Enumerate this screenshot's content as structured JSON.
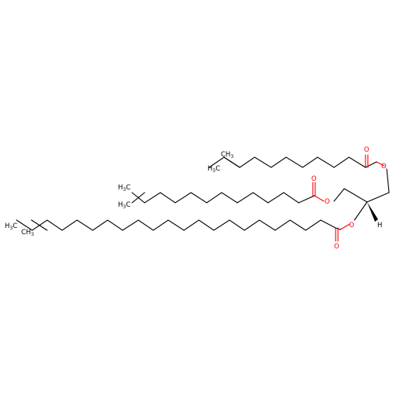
{
  "molecule": {
    "atoms": {
      "oxygen": "O",
      "hydrogen": "H",
      "methyl_upper": "CH",
      "methyl_lower": "CH",
      "methyl_lower_sub": "3",
      "methyl_c3": "H",
      "methyl_c3_sub": "3",
      "methyl_c3_tail": "C"
    },
    "colors": {
      "bond": "#000000",
      "oxygen": "#ff0000",
      "background": "#ffffff"
    }
  }
}
